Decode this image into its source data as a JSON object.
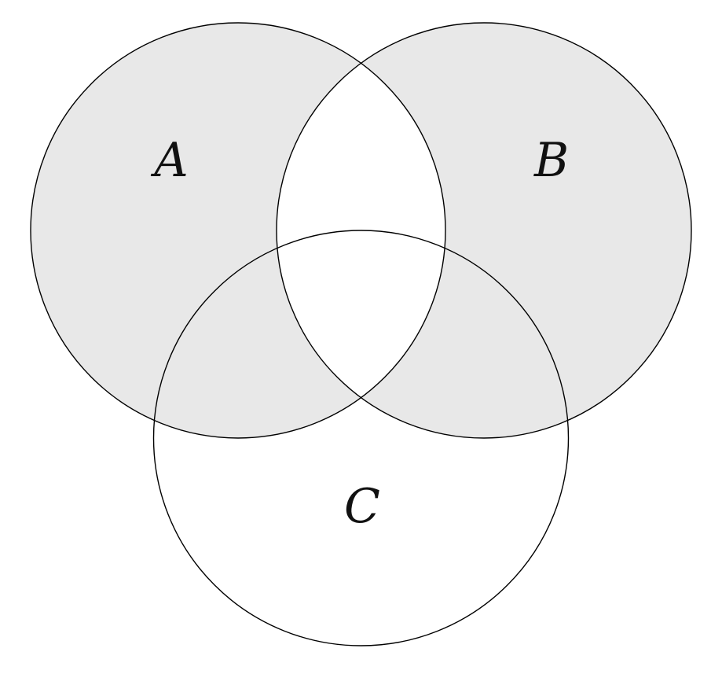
{
  "diagram": {
    "type": "venn-3-set",
    "background": "#ffffff",
    "outline_color": "#000000",
    "shaded_fill": "#e8e8e8",
    "sets": [
      {
        "label": "A"
      },
      {
        "label": "B"
      },
      {
        "label": "C"
      }
    ],
    "shaded_regions": [
      "A only",
      "B only",
      "A and C only",
      "B and C only"
    ],
    "unshaded_regions": [
      "A and B only",
      "A and B and C",
      "C only",
      "outside all sets"
    ]
  }
}
